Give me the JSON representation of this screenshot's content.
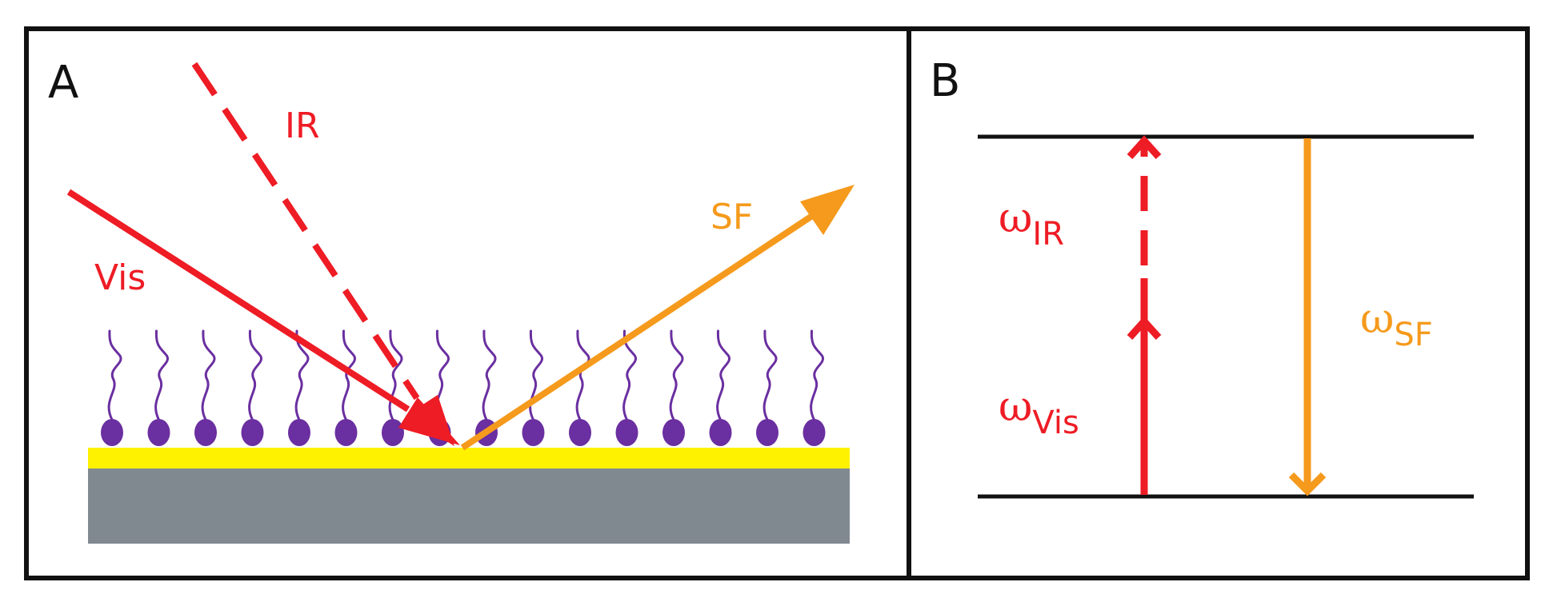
{
  "panels": {
    "a": {
      "letter": "A"
    },
    "b": {
      "letter": "B"
    }
  },
  "beams": {
    "ir": {
      "label": "IR"
    },
    "vis": {
      "label": "Vis"
    },
    "sf": {
      "label": "SF"
    }
  },
  "energy_levels": {
    "omega_ir": {
      "symbol": "ω",
      "subscript": "IR"
    },
    "omega_vis": {
      "symbol": "ω",
      "subscript": "Vis"
    },
    "omega_sf": {
      "symbol": "ω",
      "subscript": "SF"
    }
  },
  "monolayer": {
    "molecule_count": 16
  },
  "colors": {
    "red": "#ee1c25",
    "orange": "#f59a1c",
    "purple": "#6a2fa0",
    "yellow": "#fff200",
    "gray": "#818990",
    "black": "#111111"
  }
}
